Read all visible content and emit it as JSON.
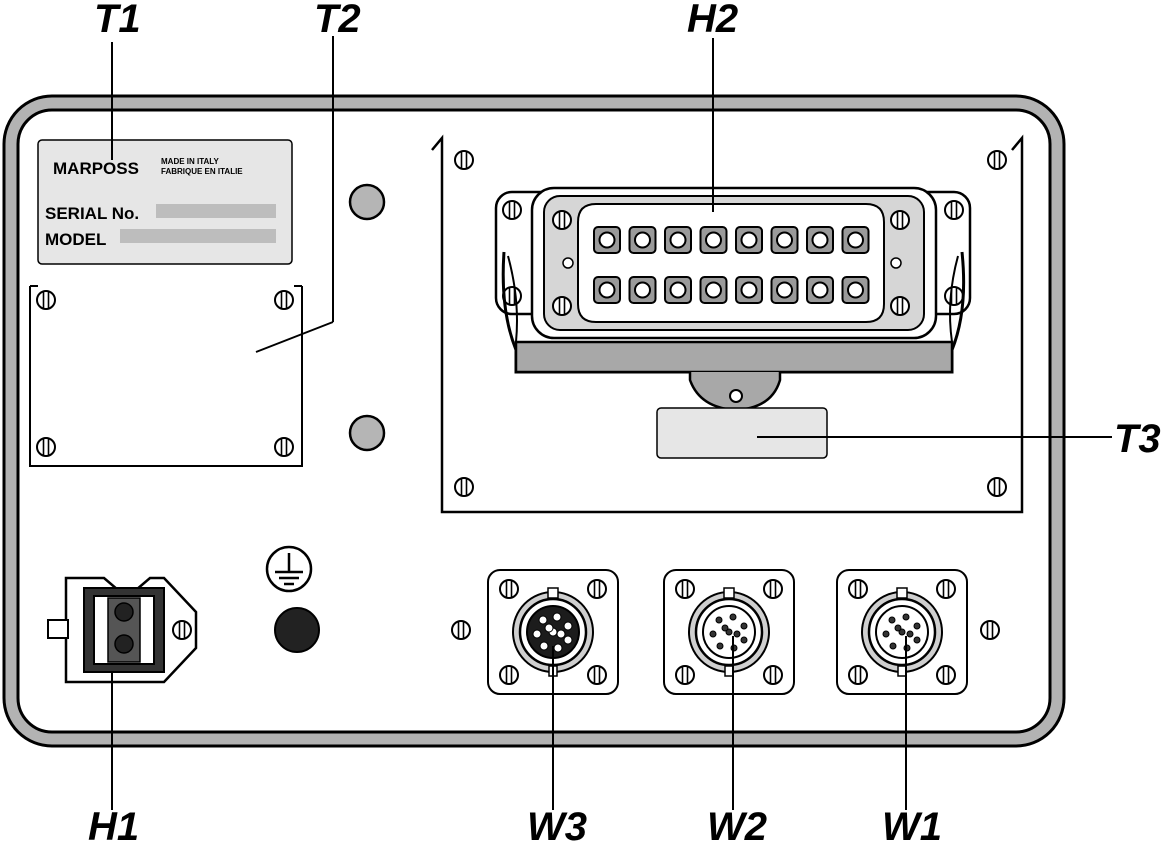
{
  "callouts": {
    "t1": "T1",
    "t2": "T2",
    "h2": "H2",
    "t3": "T3",
    "h1": "H1",
    "w3": "W3",
    "w2": "W2",
    "w1": "W1"
  },
  "nameplate": {
    "brand": "MARPOSS",
    "made_line1": "MADE IN ITALY",
    "made_line2": "FABRIQUE EN ITALIE",
    "serial_label": "SERIAL No.",
    "model_label": "MODEL"
  },
  "icons": {
    "ground": "ground-symbol-icon",
    "screw": "screw-icon"
  },
  "colors": {
    "panel_fill": "#ffffff",
    "outline": "#000000",
    "gray_fill": "#bdbdbd",
    "light_gray": "#e6e6e6",
    "dark_fill": "#222222"
  }
}
